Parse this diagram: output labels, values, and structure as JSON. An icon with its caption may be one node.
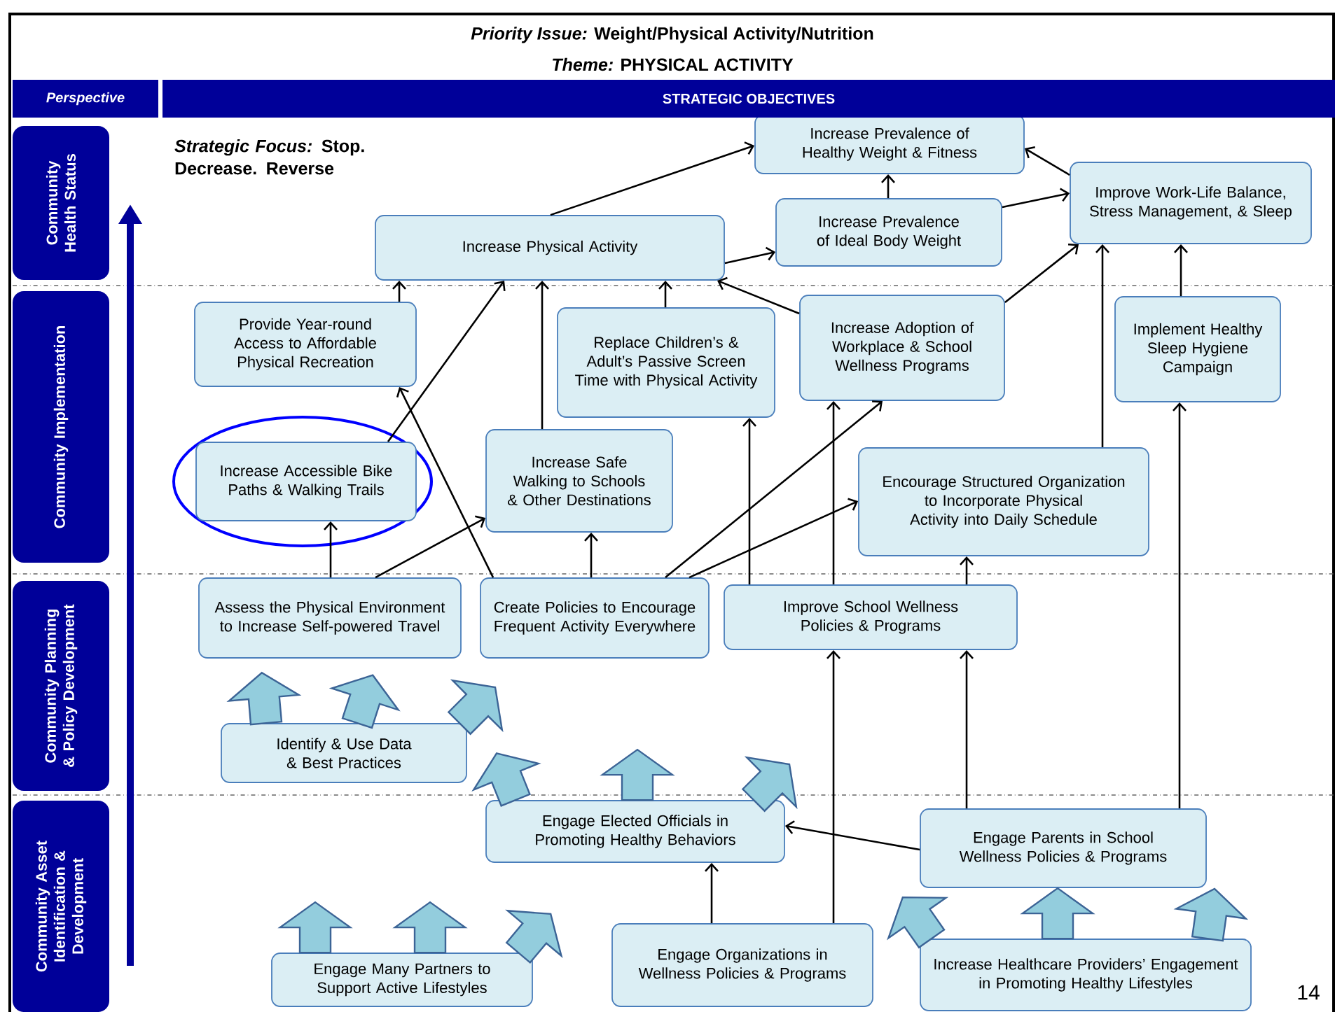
{
  "diagram": {
    "title": "*Priority Issue:* Weight/Physical Activity/Nutrition",
    "nodes": [
      {
        "text": [
          "Increase Prevalence of Healthy Weight & Fitness"
        ]
      },
      {
        "text": [
          "Improve Work-Life Balance, Stress Management, & Sleep"
        ]
      },
      {
        "text": [
          "Increase Physical Activity"
        ]
      },
      {
        "text": [
          "Increase Prevalence of Ideal Body Weight"
        ]
      },
      {
        "text": [
          "Provide Year-round Access to Affordable Physical Recreation"
        ]
      },
      {
        "text": [
          "Replace Children’s & Adult’s Passive Screen Time with Physical Activity"
        ]
      },
      {
        "text": [
          "Increase Adoption of Workplace & School Wellness Programs"
        ]
      },
      {
        "text": [
          "Implement Healthy Sleep Hygiene Campaign"
        ]
      },
      {
        "text": [
          "Increase Accessible Bike Paths & Walking Trails"
        ]
      },
      {
        "text": [
          "Increase Safe Walking to Schools & Other Destinations"
        ]
      },
      {
        "text": [
          "Encourage Structured Organization to Incorporate Physical Activity into Daily Schedule"
        ]
      },
      {
        "text": [
          "Assess the Physical Environment to Increase Self-powered Travel"
        ]
      },
      {
        "text": [
          "Create Policies to Encourage Frequent Activity Everywhere"
        ]
      },
      {
        "text": [
          "Improve School Wellness Policies & Programs"
        ]
      },
      {
        "text": [
          "Identify & Use Data & Best Practices"
        ]
      },
      {
        "text": [
          "Engage Elected Officials in Promoting Healthy Behaviors"
        ]
      },
      {
        "text": [
          "Engage Parents in School Wellness Policies & Programs"
        ]
      },
      {
        "text": [
          "Engage Many Partners to Support Active Lifestyles"
        ]
      },
      {
        "text": [
          "Engage Organizations in Wellness Policies & Programs"
        ]
      },
      {
        "text": [
          "Increase Healthcare Providers’ Engagement in Promoting Healthy Lifestyles"
        ]
      },
      {
        "text": [
          "Perspective"
        ]
      },
      {
        "text": [
          "STRATEGIC OBJECTIVES"
        ]
      },
      {
        "text": [
          "Community Health Status"
        ]
      },
      {
        "text": [
          "Community Implementation"
        ]
      },
      {
        "text": [
          "Community Planning & Policy Development"
        ]
      },
      {
        "text": [
          "Community Asset Identification & Development"
        ]
      }
    ],
    "edges": [
      {
        "from": 2,
        "to": 0,
        "arrow": "to"
      },
      {
        "from": 2,
        "to": 3,
        "arrow": "to"
      },
      {
        "from": 3,
        "to": 0,
        "arrow": "to"
      },
      {
        "from": 3,
        "to": 1,
        "arrow": "to"
      },
      {
        "from": 1,
        "to": 0,
        "arrow": "to"
      },
      {
        "from": 4,
        "to": 2,
        "arrow": "to"
      },
      {
        "from": 8,
        "to": 2,
        "arrow": "to"
      },
      {
        "from": 12,
        "to": 4,
        "arrow": "to"
      },
      {
        "from": 9,
        "to": 2,
        "arrow": "to"
      },
      {
        "from": 5,
        "to": 2,
        "arrow": "to"
      },
      {
        "from": 6,
        "to": 2,
        "arrow": "to"
      },
      {
        "from": 6,
        "to": 1,
        "arrow": "to"
      },
      {
        "from": 10,
        "to": 1,
        "arrow": "to"
      },
      {
        "from": 7,
        "to": 1,
        "arrow": "to"
      },
      {
        "from": 11,
        "to": 8,
        "arrow": "to"
      },
      {
        "from": 11,
        "to": 9,
        "arrow": "to"
      },
      {
        "from": 12,
        "to": 9,
        "arrow": "to"
      },
      {
        "from": 12,
        "to": 6,
        "arrow": "to"
      },
      {
        "from": 12,
        "to": 10,
        "arrow": "to"
      },
      {
        "from": 13,
        "to": 5,
        "arrow": "to"
      },
      {
        "from": 13,
        "to": 6,
        "arrow": "to"
      },
      {
        "from": 13,
        "to": 10,
        "arrow": "to"
      },
      {
        "from": 16,
        "to": 7,
        "arrow": "to"
      },
      {
        "from": 16,
        "to": 13,
        "arrow": "to"
      },
      {
        "from": 16,
        "to": 15,
        "arrow": "to"
      },
      {
        "from": 18,
        "to": 15,
        "arrow": "to"
      },
      {
        "from": 18,
        "to": 13,
        "arrow": "to"
      },
      {
        "from": 14,
        "to": null,
        "arrow": "to"
      },
      {
        "from": 14,
        "to": null,
        "arrow": "to"
      },
      {
        "from": 14,
        "to": null,
        "arrow": "to"
      },
      {
        "from": 15,
        "to": null,
        "arrow": "to"
      },
      {
        "from": 15,
        "to": null,
        "arrow": "to"
      },
      {
        "from": 15,
        "to": null,
        "arrow": "to"
      },
      {
        "from": 17,
        "to": null,
        "arrow": "to"
      },
      {
        "from": 17,
        "to": null,
        "arrow": "to"
      },
      {
        "from": 17,
        "to": null,
        "arrow": "to"
      },
      {
        "from": 19,
        "to": null,
        "arrow": "to"
      },
      {
        "from": 19,
        "to": null,
        "arrow": "to"
      },
      {
        "from": 19,
        "to": null,
        "arrow": "to"
      }
    ],
    "labels": [
      "*Theme:* PHYSICAL ACTIVITY",
      "*Strategic Focus:* Stop. Decrease. Reverse",
      "14"
    ]
  }
}
